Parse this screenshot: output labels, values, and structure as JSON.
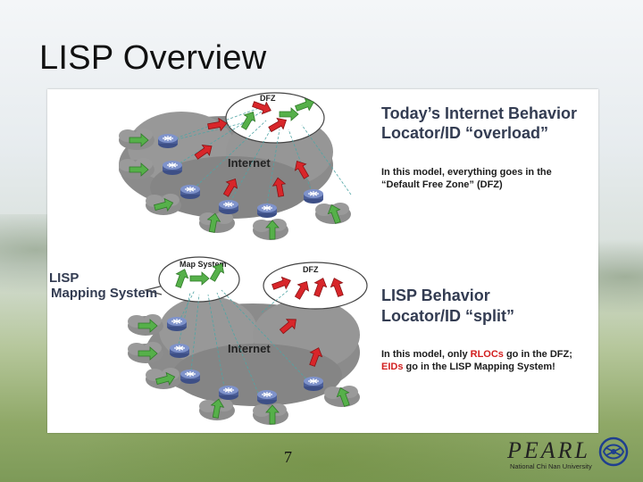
{
  "slide": {
    "title": "LISP Overview",
    "page_number": "7"
  },
  "top_diagram": {
    "heading_line1": "Today’s Internet Behavior",
    "heading_line2": "Locator/ID “overload”",
    "note_line1": "In this model, everything goes in the",
    "note_line2": "“Default Free Zone” (DFZ)",
    "dfz_label": "DFZ",
    "internet_label": "Internet"
  },
  "bottom_diagram": {
    "heading_line1": "LISP Behavior",
    "heading_line2": "Locator/ID “split”",
    "note_line1_prefix": "In this model, only ",
    "note_line1_rlocs": "RLOCs",
    "note_line1_suffix": " go in the DFZ;",
    "note_line2_eids": "EIDs",
    "note_line2_suffix": " go in the LISP Mapping System!",
    "dfz_label": "DFZ",
    "map_system_label": "Map System",
    "internet_label": "Internet",
    "side_label_line1": "LISP",
    "side_label_line2": "Mapping System"
  },
  "logo": {
    "word": "PEARL",
    "subtitle": "National Chi Nan University"
  },
  "colors": {
    "cloud": "#8e8e8e",
    "router": "#5a6fa8",
    "green_arrow": "#56b04a",
    "red_arrow": "#d8262a",
    "red_text": "#d21f1f",
    "heading_text": "#333c52"
  }
}
